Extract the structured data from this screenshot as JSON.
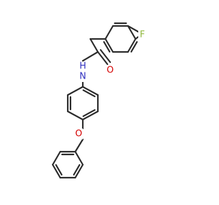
{
  "molecule": {
    "atoms": {
      "F": {
        "label": "F",
        "color": "#8fb83a"
      },
      "O_carbonyl": {
        "label": "O",
        "color": "#d40000"
      },
      "N": {
        "label": "N",
        "color": "#2f2fbf"
      },
      "H": {
        "label": "H",
        "color": "#2f2fbf"
      },
      "O_ether": {
        "label": "O",
        "color": "#d40000"
      }
    },
    "bond_color": "#2b2b2b"
  }
}
